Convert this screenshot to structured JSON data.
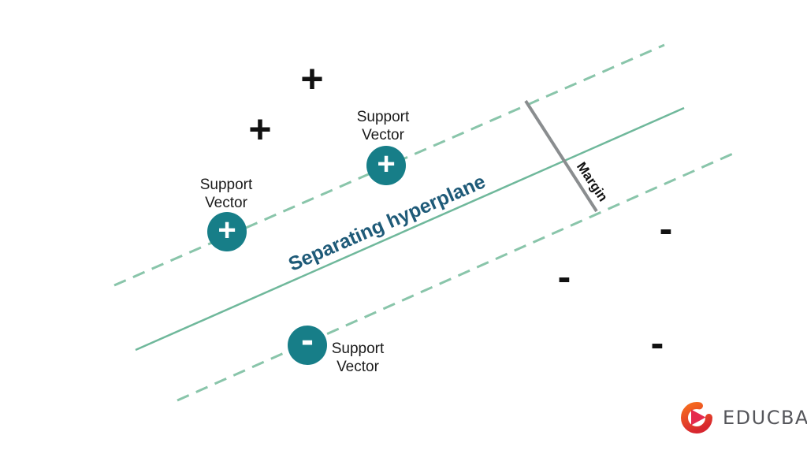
{
  "labels": {
    "hyperplane": "Separating hyperplane",
    "margin": "Margin",
    "support_vector": {
      "line1": "Support",
      "line2": "Vector"
    }
  },
  "support_vectors": [
    {
      "class": "positive",
      "symbol": "+"
    },
    {
      "class": "positive",
      "symbol": "+"
    },
    {
      "class": "negative",
      "symbol": "-"
    }
  ],
  "scatter": {
    "plus_points": [
      "+",
      "+"
    ],
    "minus_points": [
      "-",
      "-",
      "-"
    ]
  },
  "colors": {
    "support_circle_teal": "#177e88",
    "dashed_boundary_green": "#89c5aa",
    "hyperplane_line_green": "#6fb89b",
    "hyperplane_text": "#1e5a78",
    "margin_line_gray": "#8a8d8f",
    "symbol_black": "#111111",
    "logo_text_gray": "#55565b",
    "logo_orange": "#f4671f",
    "logo_red": "#d7262f",
    "logo_triangle_red": "#e52a4e"
  },
  "logo": {
    "brand": "EDUCBA"
  }
}
